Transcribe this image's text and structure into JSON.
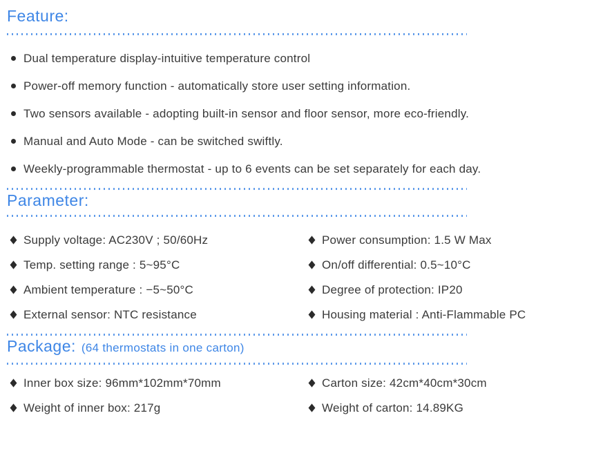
{
  "colors": {
    "accent": "#3e86e6",
    "dotted_line": "#5f9bea",
    "body_text": "#3a3a3a",
    "bullet": "#2b2b2b",
    "background": "#ffffff"
  },
  "sections": {
    "feature": {
      "title": "Feature:",
      "items": [
        "Dual temperature display-intuitive temperature control",
        "Power-off memory function - automatically store user setting information.",
        "Two sensors available - adopting built-in sensor and floor sensor, more eco-friendly.",
        "Manual and Auto Mode - can be switched swiftly.",
        "Weekly-programmable thermostat - up to 6 events can be set separately for each day."
      ]
    },
    "parameter": {
      "title": "Parameter:",
      "left": [
        "Supply voltage: AC230V ; 50/60Hz",
        "Temp. setting range : 5~95°C",
        "Ambient temperature : −5~50°C",
        "External sensor: NTC resistance"
      ],
      "right": [
        "Power consumption: 1.5 W Max",
        "On/off differential: 0.5~10°C",
        "Degree of protection: IP20",
        "Housing material : Anti-Flammable PC"
      ]
    },
    "package": {
      "title": "Package:",
      "subtitle": "(64 thermostats in one carton)",
      "left": [
        "Inner box size: 96mm*102mm*70mm",
        "Weight of inner box: 217g"
      ],
      "right": [
        "Carton size: 42cm*40cm*30cm",
        "Weight of carton: 14.89KG"
      ]
    }
  }
}
